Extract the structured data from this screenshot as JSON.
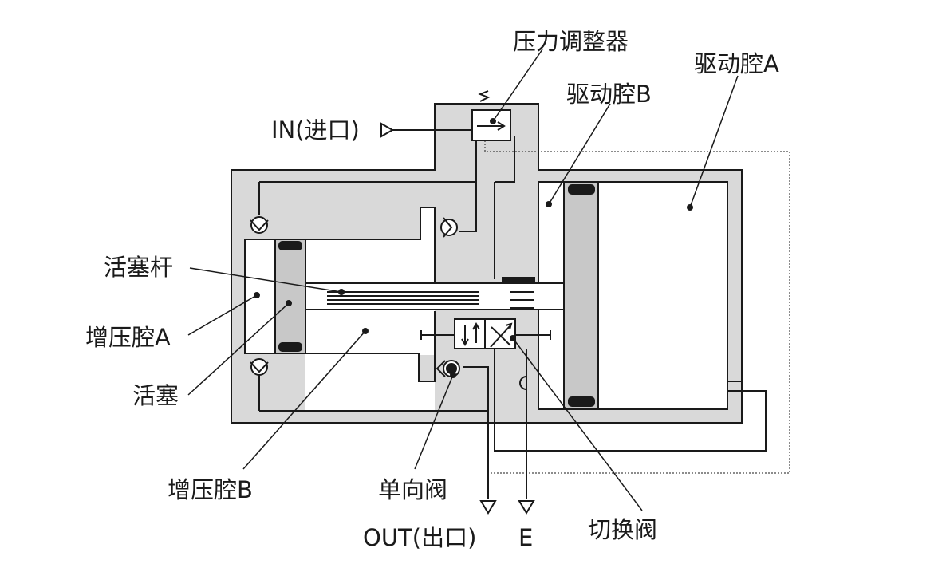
{
  "labels": {
    "pressure_regulator": "压力调整器",
    "drive_chamber_a": "驱动腔A",
    "drive_chamber_b": "驱动腔B",
    "inlet": "IN(进口)",
    "piston_rod": "活塞杆",
    "booster_chamber_a": "增压腔A",
    "piston": "活塞",
    "booster_chamber_b": "增压腔B",
    "check_valve": "单向阀",
    "outlet": "OUT(出口)",
    "exhaust": "E",
    "switching_valve": "切换阀"
  },
  "colors": {
    "body_fill": "#d9d9d9",
    "piston_fill": "#c8c8c8",
    "line": "#1a1a1a",
    "background": "#ffffff"
  }
}
